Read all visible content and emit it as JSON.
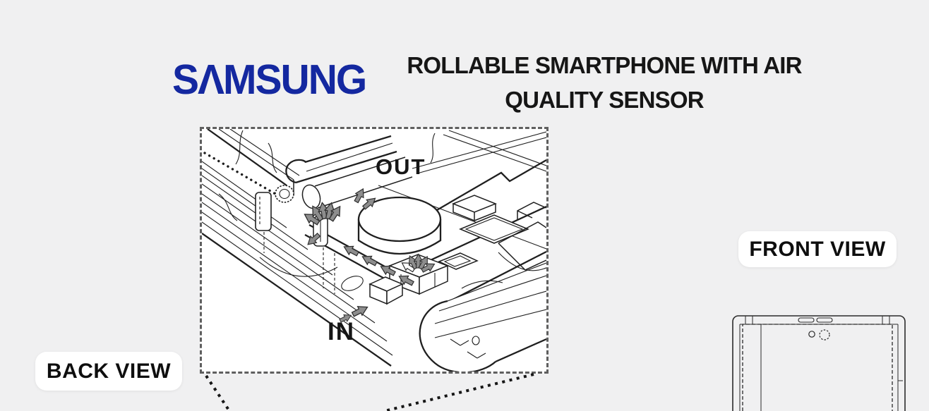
{
  "page": {
    "background_color": "#f0f0f1"
  },
  "brand": {
    "name": "Samsung",
    "logo_text": "SAMSUNG",
    "logo_display_text": "SΛMSUNG",
    "logo_color": "#1428a0"
  },
  "header": {
    "title_lines": [
      "ROLLABLE SMARTPHONE WITH AIR",
      "QUALITY SENSOR"
    ],
    "title_color": "#161616"
  },
  "figure": {
    "kind": "patent line drawing, isometric cutaway of rollable phone edge with air duct",
    "airflow_out_label": "OUT",
    "airflow_in_label": "IN",
    "line_color": "#1f1f1f",
    "arrow_color": "#8d8d8d",
    "border_color": "#5f5f5f",
    "border_style": "dashed"
  },
  "views": {
    "back_label": "BACK VIEW",
    "front_label": "FRONT VIEW",
    "badge_background": "#ffffff"
  }
}
